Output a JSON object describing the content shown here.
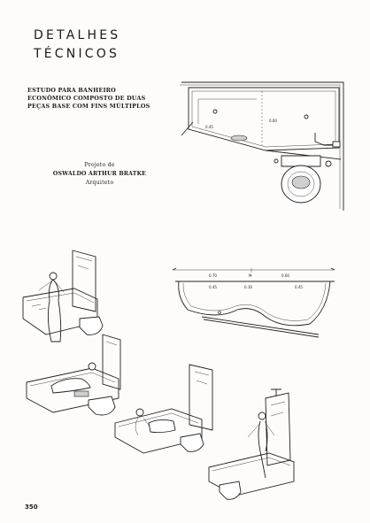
{
  "heading": {
    "line1": "DETALHES",
    "line2": "TÉCNICOS"
  },
  "description": "ESTUDO PARA BANHEIRO ECONÔMICO COMPOSTO DE DUAS PEÇAS BASE COM FINS MÚLTIPLOS",
  "credits": {
    "project_label": "Projeto de",
    "architect_name": "OSWALDO ARTHUR BRATKE",
    "role": "Arquiteto"
  },
  "plan_labels": {
    "left_dim": "0.45",
    "right_dim": "0.60"
  },
  "section_dims": {
    "top": [
      "0.70",
      "0.60"
    ],
    "middle_mark": "M",
    "bottom": [
      "0.45",
      "0.16",
      "0.45"
    ]
  },
  "page_number": "350"
}
